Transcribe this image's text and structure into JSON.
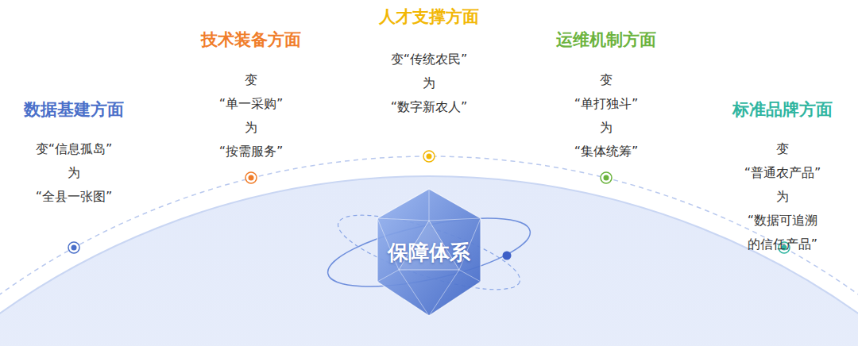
{
  "diagram": {
    "nodes": [
      {
        "text": [
          "保障体系"
        ]
      }
    ],
    "labels": [
      "数据基建方面",
      "变“信息孤岛” 为“全县一张图”",
      "技术装备方面",
      "变“单一采购” 为“按需服务”",
      "人才支撑方面",
      "变“传统农民” 为“数字新农人”",
      "运维机制方面",
      "变“单打独斗” 为“集体统筹”",
      "标准品牌方面",
      "变“普通农产品” 为“数据可追溯 的信任产品”"
    ]
  }
}
